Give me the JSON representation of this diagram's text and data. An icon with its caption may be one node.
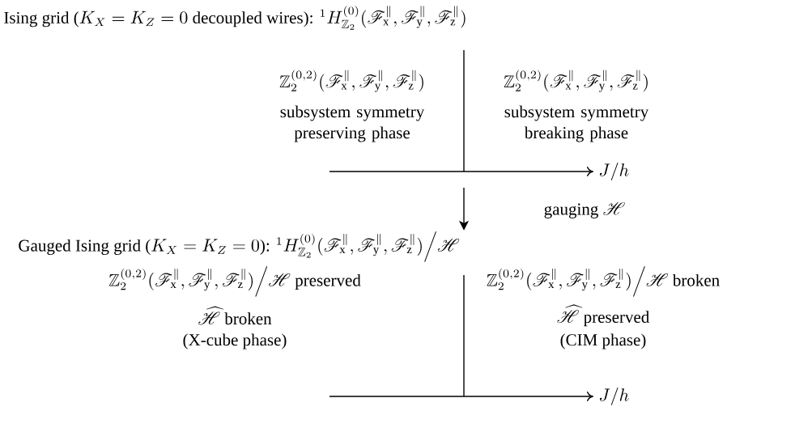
{
  "diagram": {
    "nodes": [
      {
        "text": [
          "\\text{Ising grid (}K_X=K_Z=0\\text{ decoupled wires): }{}^1H^{(0)}_{\\mathbb{Z}_2}(\\mathscr{F}^{\\parallel}_{\\mathrm{x}},\\mathscr{F}^{\\parallel}_{\\mathrm{y}},\\mathscr{F}^{\\parallel}_{\\mathrm{z}})"
        ]
      },
      {
        "text": [
          "\\text{Gauged Ising grid (}K_X=K_Z=0\\text{): }{}^1H^{(0)}_{\\mathbb{Z}_2}(\\mathscr{F}^{\\parallel}_{\\mathrm{x}},\\mathscr{F}^{\\parallel}_{\\mathrm{y}},\\mathscr{F}^{\\parallel}_{\\mathrm{z}})\\Big/\\mathscr{H}"
        ]
      }
    ],
    "edges": [
      {
        "from": null,
        "to": 1,
        "arrow": "to",
        "label": "\\text{gauging }\\mathscr{H}"
      }
    ],
    "labels": [
      "\\mathbb{Z}_2^{(0,2)}(\\mathscr{F}^{\\parallel}_{\\mathrm{x}},\\mathscr{F}^{\\parallel}_{\\mathrm{y}},\\mathscr{F}^{\\parallel}_{\\mathrm{z}})",
      "subsystem symmetry preserving phase",
      "\\mathbb{Z}_2^{(0,2)}(\\mathscr{F}^{\\parallel}_{\\mathrm{x}},\\mathscr{F}^{\\parallel}_{\\mathrm{y}},\\mathscr{F}^{\\parallel}_{\\mathrm{z}})",
      "subsystem symmetry breaking phase",
      "J/h",
      "\\mathbb{Z}_2^{(0,2)}(\\mathscr{F}^{\\parallel}_{\\mathrm{x}},\\mathscr{F}^{\\parallel}_{\\mathrm{y}},\\mathscr{F}^{\\parallel}_{\\mathrm{z}})\\Big/\\mathscr{H}\\ \\text{preserved}",
      "\\widehat{\\mathscr{H}}\\ \\text{broken}",
      "(X-cube phase)",
      "\\mathbb{Z}_2^{(0,2)}(\\mathscr{F}^{\\parallel}_{\\mathrm{x}},\\mathscr{F}^{\\parallel}_{\\mathrm{y}},\\mathscr{F}^{\\parallel}_{\\mathrm{z}})\\Big/\\mathscr{H}\\ \\text{broken}",
      "\\widehat{\\mathscr{H}}\\ \\text{preserved}",
      "(CIM phase)",
      "J/h"
    ]
  }
}
